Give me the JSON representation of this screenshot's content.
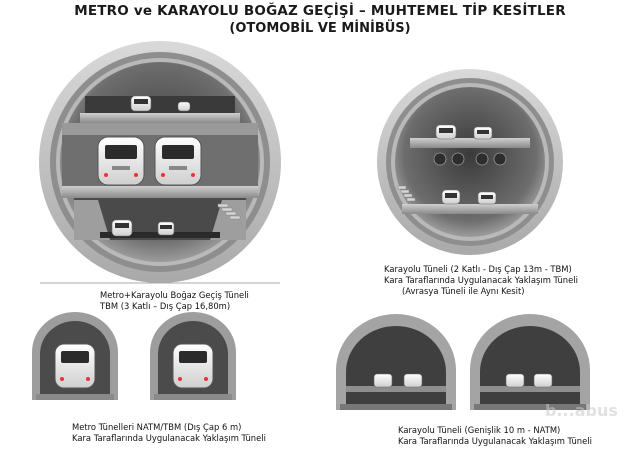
{
  "header": {
    "title": "METRO ve KARAYOLU BOĞAZ GEÇİŞİ – MUHTEMEL TİP KESİTLER",
    "subtitle": "(OTOMOBİL VE MİNİBÜS)"
  },
  "sections": {
    "combined": {
      "line1": "Metro+Karayolu Boğaz Geçiş Tüneli",
      "line2": "TBM (3 Katlı – Dış Çap 16,80m)"
    },
    "road_tbm": {
      "line1": "Karayolu Tüneli  (2 Katlı - Dış Çap 13m - TBM)",
      "line2": "Kara Taraflarında Uygulanacak Yaklaşım Tüneli",
      "line3": "(Avrasya Tüneli ile Aynı Kesit)"
    },
    "metro_natm": {
      "line1": "Metro Tünelleri NATM/TBM (Dış Çap 6 m)",
      "line2": "Kara Taraflarında Uygulanacak Yaklaşım Tüneli"
    },
    "road_natm": {
      "line1": "Karayolu Tüneli (Genişlik 10 m - NATM)",
      "line2": "Kara Taraflarında Uygulanacak Yaklaşım Tüneli"
    }
  },
  "watermark": "b...abus"
}
